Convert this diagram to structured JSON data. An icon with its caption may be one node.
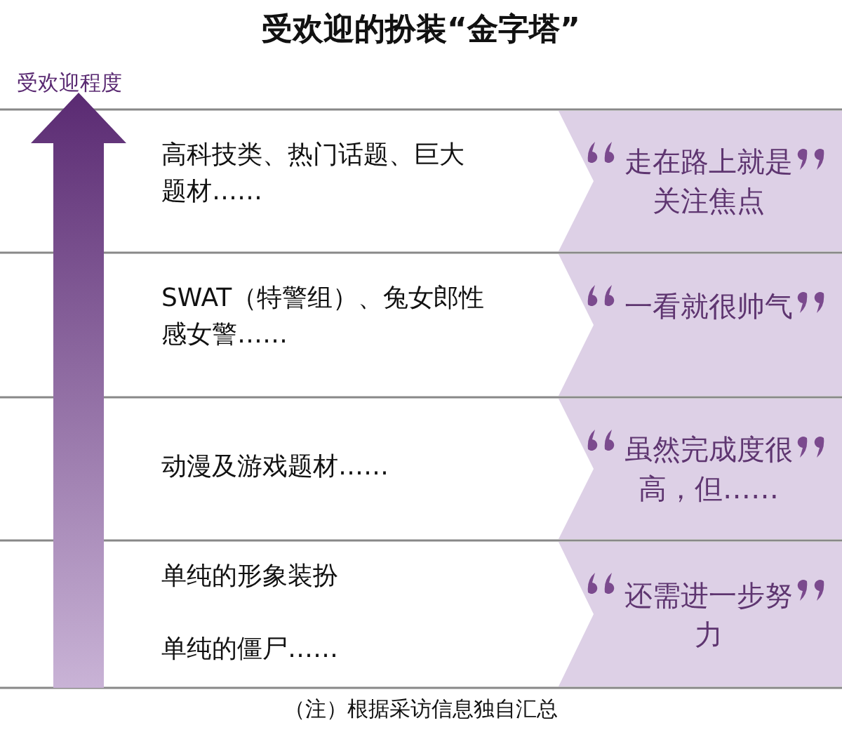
{
  "diagram": {
    "title": "受欢迎的扮装“金字塔”",
    "caption": "（注）根据采访信息独自汇总",
    "nodes": [
      {
        "text": [
          "走在路上就是关注焦点"
        ]
      },
      {
        "text": [
          "一看就很帅气"
        ]
      },
      {
        "text": [
          "虽然完成度很高，但……"
        ]
      },
      {
        "text": [
          "还需进一步努力"
        ]
      }
    ],
    "labels": [
      "受欢迎程度",
      "高科技类、热门话题、巨大题材……",
      "SWAT（特警组）、兔女郎性感女警……",
      "动漫及游戏题材……",
      "单纯的形象装扮",
      "单纯的僵尸……"
    ]
  }
}
